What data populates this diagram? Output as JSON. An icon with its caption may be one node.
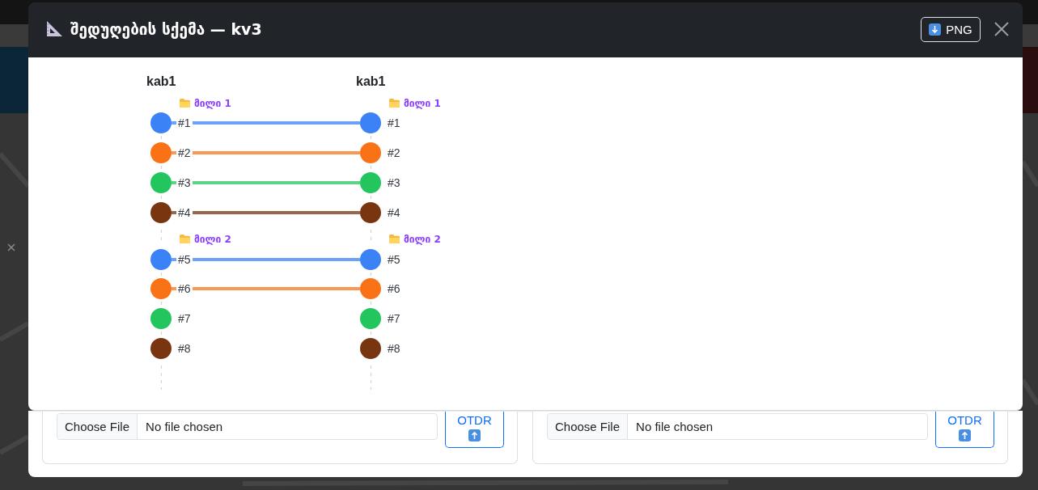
{
  "diagram": {
    "title": "შედუღების სქემა — kv3",
    "nodes": [
      {
        "text": [],
        "shape": "circle",
        "beside": [
          "#1"
        ]
      },
      {
        "text": [],
        "shape": "circle",
        "beside": [
          "#2"
        ]
      },
      {
        "text": [],
        "shape": "circle",
        "beside": [
          "#3"
        ]
      },
      {
        "text": [],
        "shape": "circle",
        "beside": [
          "#4"
        ]
      },
      {
        "text": [],
        "shape": "circle",
        "beside": [
          "#5"
        ]
      },
      {
        "text": [],
        "shape": "circle",
        "beside": [
          "#6"
        ]
      },
      {
        "text": [],
        "shape": "circle",
        "beside": [
          "#7"
        ]
      },
      {
        "text": [],
        "shape": "circle",
        "beside": [
          "#8"
        ]
      },
      {
        "text": [],
        "shape": "circle",
        "beside": [
          "#1"
        ]
      },
      {
        "text": [],
        "shape": "circle",
        "beside": [
          "#2"
        ]
      },
      {
        "text": [],
        "shape": "circle",
        "beside": [
          "#3"
        ]
      },
      {
        "text": [],
        "shape": "circle",
        "beside": [
          "#4"
        ]
      },
      {
        "text": [],
        "shape": "circle",
        "beside": [
          "#5"
        ]
      },
      {
        "text": [],
        "shape": "circle",
        "beside": [
          "#6"
        ]
      },
      {
        "text": [],
        "shape": "circle",
        "beside": [
          "#7"
        ]
      },
      {
        "text": [],
        "shape": "circle",
        "beside": [
          "#8"
        ]
      }
    ],
    "edges": [
      {
        "from": 0,
        "to": 8,
        "arrow": "none",
        "color": "#5b97f7"
      },
      {
        "from": 1,
        "to": 9,
        "arrow": "none",
        "color": "#fb8c3f"
      },
      {
        "from": 2,
        "to": 10,
        "arrow": "none",
        "color": "#4ace78"
      },
      {
        "from": 3,
        "to": 11,
        "arrow": "none",
        "color": "#8a5637"
      },
      {
        "from": 4,
        "to": 12,
        "arrow": "none",
        "color": "#5b97f7"
      },
      {
        "from": 5,
        "to": 13,
        "arrow": "none",
        "color": "#fb8c3f"
      }
    ],
    "labels": [
      "PNG",
      "kab1",
      "kab1",
      "მილი 1",
      "მილი 1",
      "მილი 2",
      "მილი 2",
      "Choose File",
      "No file chosen",
      "OTDR",
      "Choose File",
      "No file chosen",
      "OTDR"
    ]
  }
}
